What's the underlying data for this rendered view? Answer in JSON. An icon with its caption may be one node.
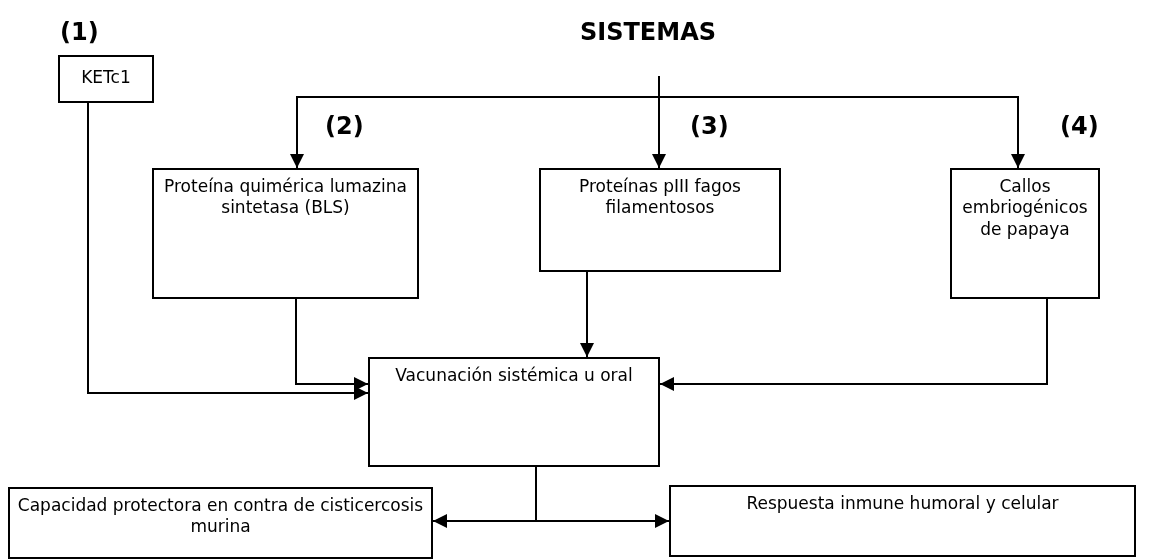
{
  "diagram": {
    "title": "SISTEMAS",
    "nodes": [
      {
        "text": [
          "KETc1"
        ],
        "beside": [
          "(1)"
        ]
      },
      {
        "text": [
          "Proteína quimérica lumazina sintetasa (BLS)"
        ],
        "beside": [
          "(2)"
        ]
      },
      {
        "text": [
          "Proteínas pIII fagos filamentosos"
        ],
        "beside": [
          "(3)"
        ]
      },
      {
        "text": [
          "Callos embriogénicos de papaya"
        ],
        "beside": [
          "(4)"
        ]
      },
      {
        "text": [
          "Vacunación sistémica u oral"
        ]
      },
      {
        "text": [
          "Capacidad protectora en contra de cisticercosis murina"
        ]
      },
      {
        "text": [
          "Respuesta inmune humoral y celular"
        ]
      }
    ],
    "edges": [
      {
        "from": null,
        "to": 1,
        "arrow": "to"
      },
      {
        "from": null,
        "to": 2,
        "arrow": "to"
      },
      {
        "from": null,
        "to": 3,
        "arrow": "to"
      },
      {
        "from": 0,
        "to": 4,
        "arrow": "to"
      },
      {
        "from": 1,
        "to": 4,
        "arrow": "to"
      },
      {
        "from": 2,
        "to": 4,
        "arrow": "to"
      },
      {
        "from": 3,
        "to": 4,
        "arrow": "to"
      },
      {
        "from": 4,
        "to": 5,
        "arrow": "to"
      },
      {
        "from": 4,
        "to": 6,
        "arrow": "to"
      }
    ]
  }
}
